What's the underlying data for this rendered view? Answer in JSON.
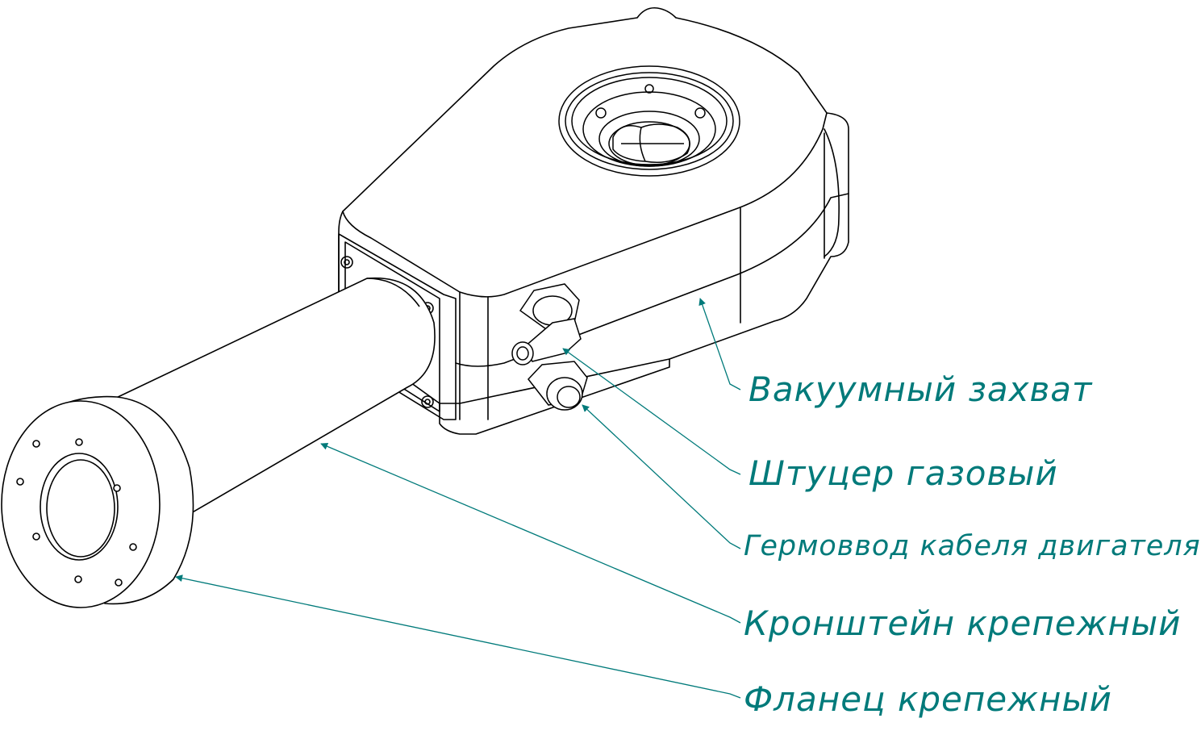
{
  "colors": {
    "line": "#000000",
    "accent": "#007a7a",
    "background": "#ffffff"
  },
  "labels": {
    "vacuum_gripper": "Вакуумный захват",
    "gas_fitting": "Штуцер газовый",
    "cable_gland": "Гермоввод кабеля двигателя",
    "mount_bracket": "Кронштейн крепежный",
    "mount_flange": "Фланец крепежный"
  }
}
